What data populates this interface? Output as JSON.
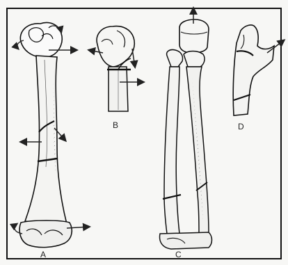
{
  "figure": {
    "panels": [
      {
        "id": "A",
        "label": "A"
      },
      {
        "id": "B",
        "label": "B"
      },
      {
        "id": "C",
        "label": "C"
      },
      {
        "id": "D",
        "label": "D"
      }
    ]
  }
}
